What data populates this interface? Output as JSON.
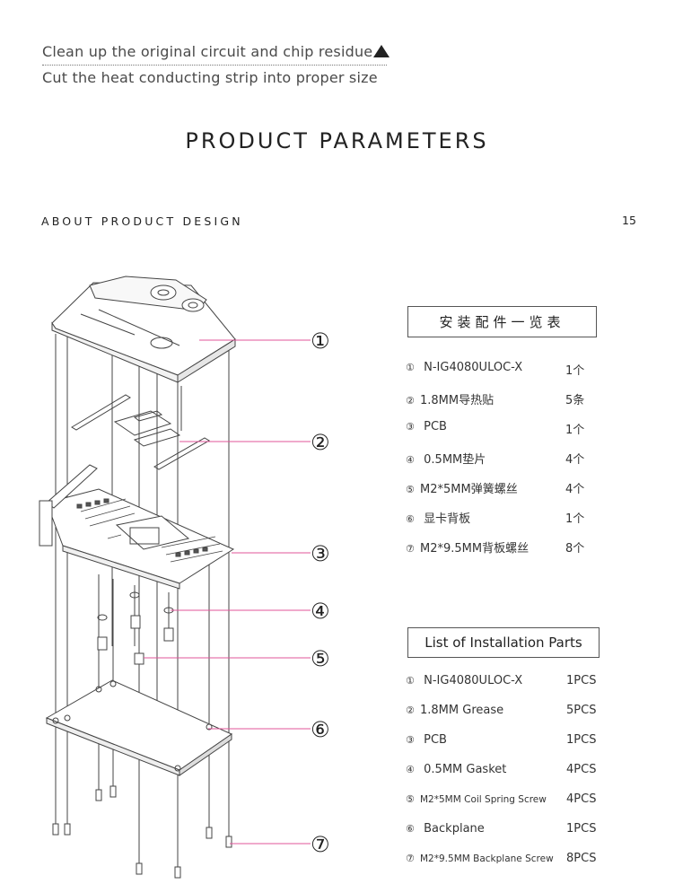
{
  "header": {
    "line1": "Clean up the original circuit and chip residue",
    "line2": "Cut the heat conducting strip into proper size"
  },
  "page_title": "PRODUCT PARAMETERS",
  "section_title": "ABOUT PRODUCT DESIGN",
  "page_number": "15",
  "diagram": {
    "callouts": [
      "①",
      "②",
      "③",
      "④",
      "⑤",
      "⑥",
      "⑦"
    ]
  },
  "parts_cn": {
    "title": "安装配件一览表",
    "items": [
      {
        "num": "①",
        "name": "N-IG4080ULOC-X",
        "qty": "1个"
      },
      {
        "num": "②",
        "name": "1.8MM导热贴",
        "qty": "5条"
      },
      {
        "num": "③",
        "name": "PCB",
        "qty": "1个"
      },
      {
        "num": "④",
        "name": "0.5MM垫片",
        "qty": "4个"
      },
      {
        "num": "⑤",
        "name": "M2*5MM弹簧螺丝",
        "qty": "4个"
      },
      {
        "num": "⑥",
        "name": "显卡背板",
        "qty": "1个"
      },
      {
        "num": "⑦",
        "name": "M2*9.5MM背板螺丝",
        "qty": "8个"
      }
    ]
  },
  "parts_en": {
    "title": "List of Installation Parts",
    "items": [
      {
        "num": "①",
        "name": "N-IG4080ULOC-X",
        "qty": "1PCS"
      },
      {
        "num": "②",
        "name": "1.8MM Grease",
        "qty": "5PCS"
      },
      {
        "num": "③",
        "name": "PCB",
        "qty": "1PCS"
      },
      {
        "num": "④",
        "name": "0.5MM Gasket",
        "qty": "4PCS"
      },
      {
        "num": "⑤",
        "name": "M2*5MM Coil Spring Screw",
        "qty": "4PCS"
      },
      {
        "num": "⑥",
        "name": "Backplane",
        "qty": "1PCS"
      },
      {
        "num": "⑦",
        "name": "M2*9.5MM Backplane Screw",
        "qty": "8PCS"
      }
    ]
  },
  "colors": {
    "leader_line": "#e0559a",
    "text": "#333333"
  }
}
